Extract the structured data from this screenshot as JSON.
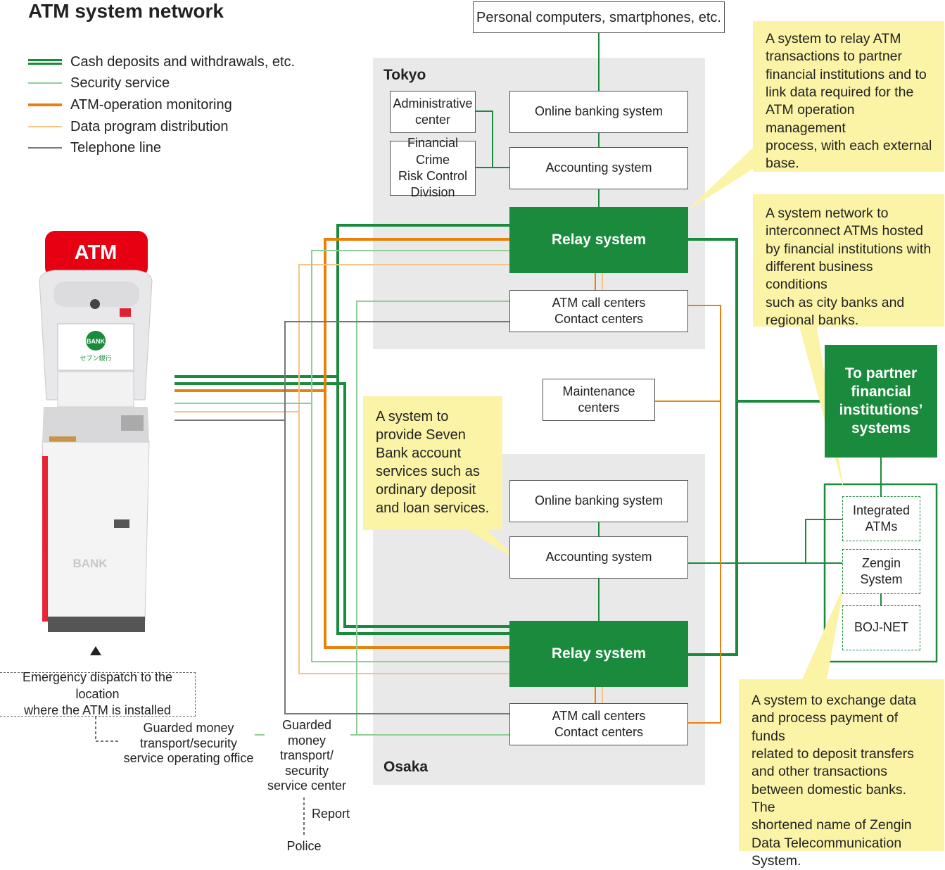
{
  "title": "ATM system network",
  "legend": [
    {
      "label": "Cash deposits and withdrawals, etc.",
      "color": "#1a8a3c",
      "style": "double-thick"
    },
    {
      "label": "Security service",
      "color": "#8fcf97",
      "style": "thin"
    },
    {
      "label": "ATM-operation monitoring",
      "color": "#e8820c",
      "style": "thick"
    },
    {
      "label": "Data program distribution",
      "color": "#f5c48a",
      "style": "thin"
    },
    {
      "label": "Telephone line",
      "color": "#777777",
      "style": "thin"
    }
  ],
  "regions": {
    "tokyo": "Tokyo",
    "osaka": "Osaka"
  },
  "boxes": {
    "personal_computers": "Personal computers, smartphones, etc.",
    "admin_center": "Administrative\ncenter",
    "financial_crime": "Financial Crime\nRisk Control\nDivision",
    "online_banking_tokyo": "Online banking system",
    "accounting_tokyo": "Accounting system",
    "relay_tokyo": "Relay system",
    "atm_call_tokyo": "ATM call centers\nContact centers",
    "maintenance": "Maintenance centers",
    "online_banking_osaka": "Online banking system",
    "accounting_osaka": "Accounting system",
    "relay_osaka": "Relay system",
    "atm_call_osaka": "ATM call centers\nContact centers",
    "partner_systems": "To partner\nfinancial\ninstitutions’\nsystems",
    "integrated_atms": "Integrated\nATMs",
    "zengin": "Zengin\nSystem",
    "boj_net": "BOJ-NET",
    "emergency": "Emergency dispatch to the location\nwhere the ATM is installed"
  },
  "labels": {
    "guarded_office": "Guarded money\ntransport/security\nservice operating office",
    "guarded_center": "Guarded\nmoney\ntransport/\nsecurity\nservice center",
    "report": "Report",
    "police": "Police"
  },
  "callouts": {
    "relay": "A system to relay ATM\ntransactions to partner\nfinancial institutions and to\nlink data required for the\nATM operation management\nprocess, with each external\nbase.",
    "integrated": "A system network to\ninterconnect ATMs hosted\nby financial institutions with\ndifferent business conditions\nsuch as city banks and\nregional banks.",
    "accounting": "A system to\nprovide Seven\nBank account\nservices such as\nordinary deposit\nand loan services.",
    "zengin": "A system to exchange data\nand process payment of funds\nrelated to deposit transfers\nand other transactions\nbetween domestic banks. The\nshortened name of Zengin\nData Telecommunication\nSystem."
  },
  "atm": {
    "sign": "ATM",
    "screen_brand": "BANK",
    "screen_brand_jp": "セブン銀行",
    "body_brand": "BANK"
  },
  "colors": {
    "green": "#1a8a3c",
    "light_green": "#8fcf97",
    "orange": "#e8820c",
    "light_orange": "#f5c48a",
    "gray": "#777777",
    "callout": "#fbf3a6",
    "region": "#e9e9e9",
    "atm_red": "#e60012"
  }
}
